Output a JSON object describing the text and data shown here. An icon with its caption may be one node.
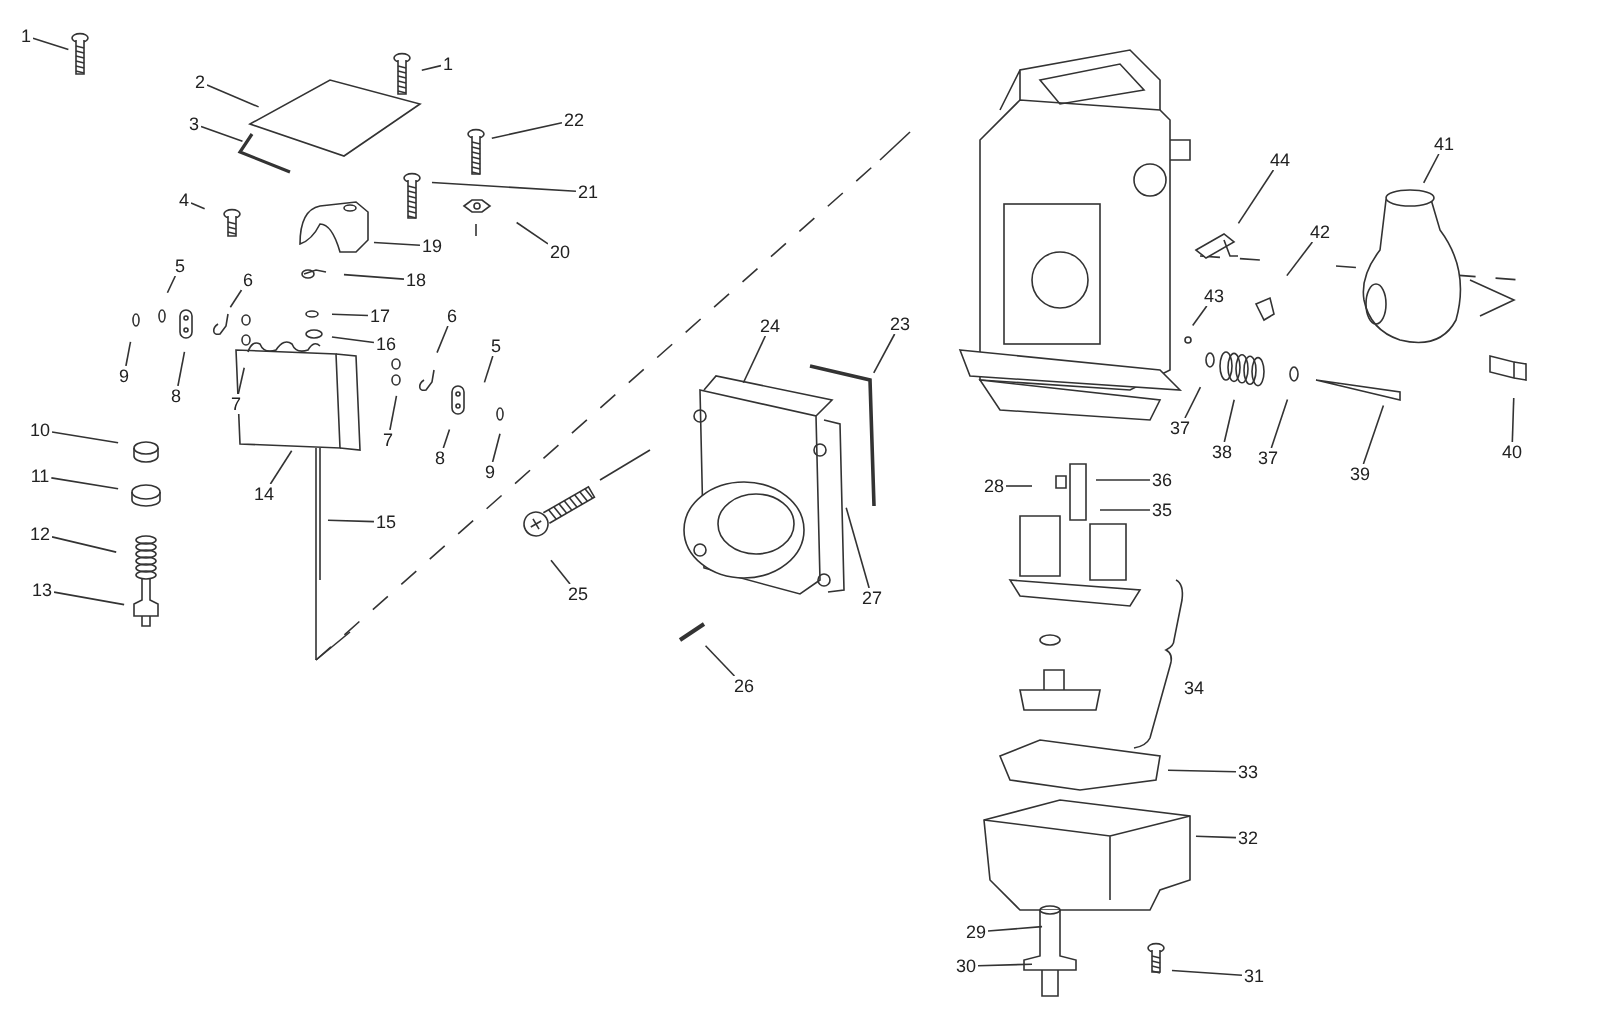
{
  "diagram": {
    "nodes": [
      {
        "text": [
          "1"
        ]
      },
      {
        "text": [
          "1"
        ]
      },
      {
        "text": [
          "2"
        ]
      },
      {
        "text": [
          "22"
        ]
      },
      {
        "text": [
          "3"
        ]
      },
      {
        "text": [
          "21"
        ]
      },
      {
        "text": [
          "4"
        ]
      },
      {
        "text": [
          "19"
        ]
      },
      {
        "text": [
          "20"
        ]
      },
      {
        "text": [
          "5"
        ]
      },
      {
        "text": [
          "6"
        ]
      },
      {
        "text": [
          "18"
        ]
      },
      {
        "text": [
          "17"
        ]
      },
      {
        "text": [
          "6"
        ]
      },
      {
        "text": [
          "16"
        ]
      },
      {
        "text": [
          "5"
        ]
      },
      {
        "text": [
          "9"
        ]
      },
      {
        "text": [
          "8"
        ]
      },
      {
        "text": [
          "7"
        ]
      },
      {
        "text": [
          "10"
        ]
      },
      {
        "text": [
          "7"
        ]
      },
      {
        "text": [
          "8"
        ]
      },
      {
        "text": [
          "9"
        ]
      },
      {
        "text": [
          "11"
        ]
      },
      {
        "text": [
          "14"
        ]
      },
      {
        "text": [
          "15"
        ]
      },
      {
        "text": [
          "12"
        ]
      },
      {
        "text": [
          "13"
        ]
      },
      {
        "text": [
          "44"
        ]
      },
      {
        "text": [
          "41"
        ]
      },
      {
        "text": [
          "42"
        ]
      },
      {
        "text": [
          "43"
        ]
      },
      {
        "text": [
          "24"
        ]
      },
      {
        "text": [
          "23"
        ]
      },
      {
        "text": [
          "37"
        ]
      },
      {
        "text": [
          "38"
        ]
      },
      {
        "text": [
          "37"
        ]
      },
      {
        "text": [
          "39"
        ]
      },
      {
        "text": [
          "40"
        ]
      },
      {
        "text": [
          "36"
        ]
      },
      {
        "text": [
          "28"
        ]
      },
      {
        "text": [
          "35"
        ]
      },
      {
        "text": [
          "25"
        ]
      },
      {
        "text": [
          "27"
        ]
      },
      {
        "text": [
          "26"
        ]
      },
      {
        "text": [
          "33"
        ]
      },
      {
        "text": [
          "32"
        ]
      },
      {
        "text": [
          "29"
        ]
      },
      {
        "text": [
          "30"
        ]
      },
      {
        "text": [
          "31"
        ]
      },
      {
        "text": [
          "34"
        ]
      }
    ],
    "edges": [
      {
        "from": 0,
        "to": null,
        "arrow": "none"
      },
      {
        "from": 1,
        "to": null,
        "arrow": "none"
      },
      {
        "from": 2,
        "to": null,
        "arrow": "none"
      },
      {
        "from": 3,
        "to": null,
        "arrow": "none"
      },
      {
        "from": 4,
        "to": null,
        "arrow": "none"
      },
      {
        "from": 5,
        "to": null,
        "arrow": "none"
      },
      {
        "from": 6,
        "to": null,
        "arrow": "none"
      },
      {
        "from": 7,
        "to": null,
        "arrow": "none"
      },
      {
        "from": 8,
        "to": null,
        "arrow": "none"
      },
      {
        "from": 9,
        "to": null,
        "arrow": "none"
      },
      {
        "from": 10,
        "to": null,
        "arrow": "none"
      },
      {
        "from": 11,
        "to": null,
        "arrow": "none"
      },
      {
        "from": 12,
        "to": null,
        "arrow": "none"
      },
      {
        "from": 13,
        "to": null,
        "arrow": "none"
      },
      {
        "from": 14,
        "to": null,
        "arrow": "none"
      },
      {
        "from": 15,
        "to": null,
        "arrow": "none"
      },
      {
        "from": 16,
        "to": null,
        "arrow": "none"
      },
      {
        "from": 17,
        "to": null,
        "arrow": "none"
      },
      {
        "from": 18,
        "to": null,
        "arrow": "none"
      },
      {
        "from": 19,
        "to": null,
        "arrow": "none"
      },
      {
        "from": 20,
        "to": null,
        "arrow": "none"
      },
      {
        "from": 21,
        "to": null,
        "arrow": "none"
      },
      {
        "from": 22,
        "to": null,
        "arrow": "none"
      },
      {
        "from": 23,
        "to": null,
        "arrow": "none"
      },
      {
        "from": 24,
        "to": null,
        "arrow": "none"
      },
      {
        "from": 25,
        "to": null,
        "arrow": "none"
      },
      {
        "from": 26,
        "to": null,
        "arrow": "none"
      },
      {
        "from": 27,
        "to": null,
        "arrow": "none"
      },
      {
        "from": 28,
        "to": null,
        "arrow": "none"
      },
      {
        "from": 29,
        "to": null,
        "arrow": "none"
      },
      {
        "from": 30,
        "to": null,
        "arrow": "none"
      },
      {
        "from": 31,
        "to": null,
        "arrow": "none"
      },
      {
        "from": 32,
        "to": null,
        "arrow": "none"
      },
      {
        "from": 33,
        "to": null,
        "arrow": "none"
      },
      {
        "from": 34,
        "to": null,
        "arrow": "none"
      },
      {
        "from": 35,
        "to": null,
        "arrow": "none"
      },
      {
        "from": 36,
        "to": null,
        "arrow": "none"
      },
      {
        "from": 37,
        "to": null,
        "arrow": "none"
      },
      {
        "from": 38,
        "to": null,
        "arrow": "none"
      },
      {
        "from": 39,
        "to": null,
        "arrow": "none"
      },
      {
        "from": 40,
        "to": null,
        "arrow": "none"
      },
      {
        "from": 41,
        "to": null,
        "arrow": "none"
      },
      {
        "from": 42,
        "to": null,
        "arrow": "none"
      },
      {
        "from": 43,
        "to": null,
        "arrow": "none"
      },
      {
        "from": 44,
        "to": null,
        "arrow": "none"
      },
      {
        "from": 45,
        "to": null,
        "arrow": "none"
      },
      {
        "from": 46,
        "to": null,
        "arrow": "none"
      },
      {
        "from": 47,
        "to": null,
        "arrow": "none"
      },
      {
        "from": 48,
        "to": null,
        "arrow": "none"
      },
      {
        "from": 49,
        "to": null,
        "arrow": "none"
      }
    ]
  }
}
